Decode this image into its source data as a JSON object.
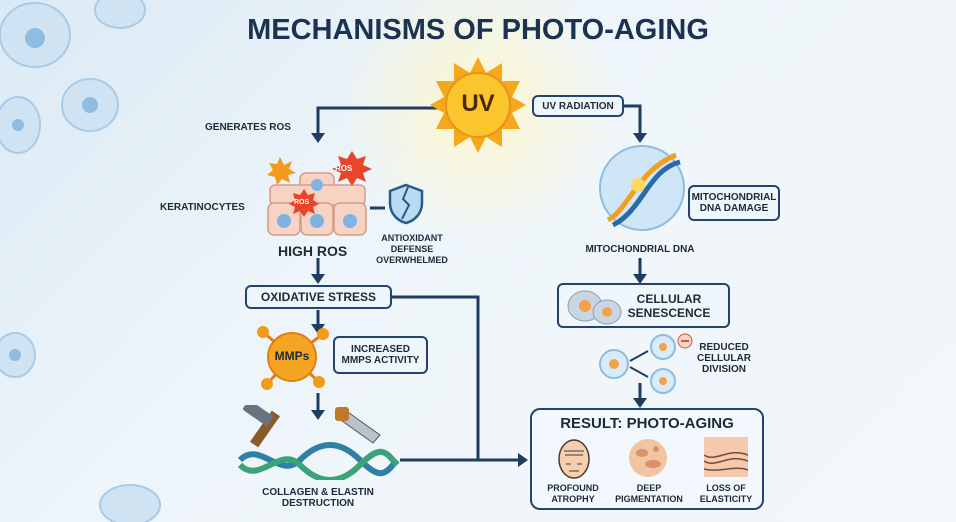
{
  "title": "MECHANISMS OF PHOTO-AGING",
  "sun_label": "UV",
  "uv_radiation": "UV RADIATION",
  "left": {
    "generates_ros": "GENERATES ROS",
    "keratinocytes": "KERATINOCYTES",
    "ros_badge": "ROS",
    "high_ros": "HIGH ROS",
    "antioxidant": "ANTIOXIDANT DEFENSE OVERWHELMED",
    "oxidative_stress": "OXIDATIVE STRESS",
    "mmps": "MMPs",
    "increased_mmps": "INCREASED MMPs ACTIVITY",
    "collagen": "COLLAGEN & ELASTIN DESTRUCTION"
  },
  "right": {
    "mito_damage": "MITOCHONDRIAL DNA DAMAGE",
    "mito_dna": "MITOCHONDRIAL DNA",
    "senescence": "CELLULAR SENESCENCE",
    "reduced_division": "REDUCED CELLULAR DIVISION"
  },
  "result": {
    "title": "RESULT: PHOTO-AGING",
    "items": [
      {
        "label": "PROFOUND ATROPHY"
      },
      {
        "label": "DEEP PIGMENTATION"
      },
      {
        "label": "LOSS OF ELASTICITY"
      }
    ]
  },
  "colors": {
    "navy": "#1f3d5f",
    "sun": "#f5b324",
    "ros": "#e8452a",
    "mmp": "#f29a1a"
  }
}
